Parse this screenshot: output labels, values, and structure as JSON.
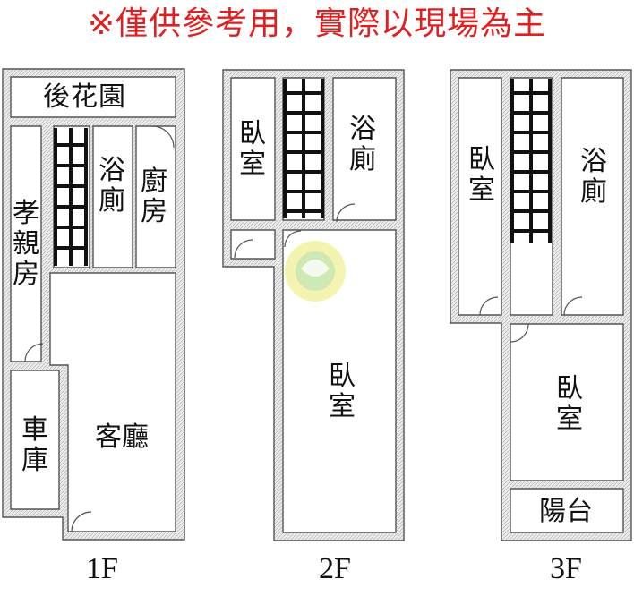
{
  "disclaimer": "※僅供參考用，實際以現場為主",
  "floors": [
    {
      "label": "1F",
      "rooms": {
        "garden": "後花園",
        "parents_room": "孝親房",
        "bathroom": "浴廁",
        "kitchen": "廚房",
        "garage": "車庫",
        "living_room": "客廳"
      }
    },
    {
      "label": "2F",
      "rooms": {
        "bedroom_small": "臥室",
        "bathroom": "浴廁",
        "bedroom_main": "臥室"
      }
    },
    {
      "label": "3F",
      "rooms": {
        "bedroom_small": "臥室",
        "bathroom": "浴廁",
        "bedroom_main": "臥室",
        "balcony": "陽台"
      }
    }
  ],
  "colors": {
    "disclaimer": "#e02020",
    "wall_outline": "#555555",
    "wall_fill": "#ececec",
    "stairs": "#111111",
    "watermark": "#e8e060"
  }
}
